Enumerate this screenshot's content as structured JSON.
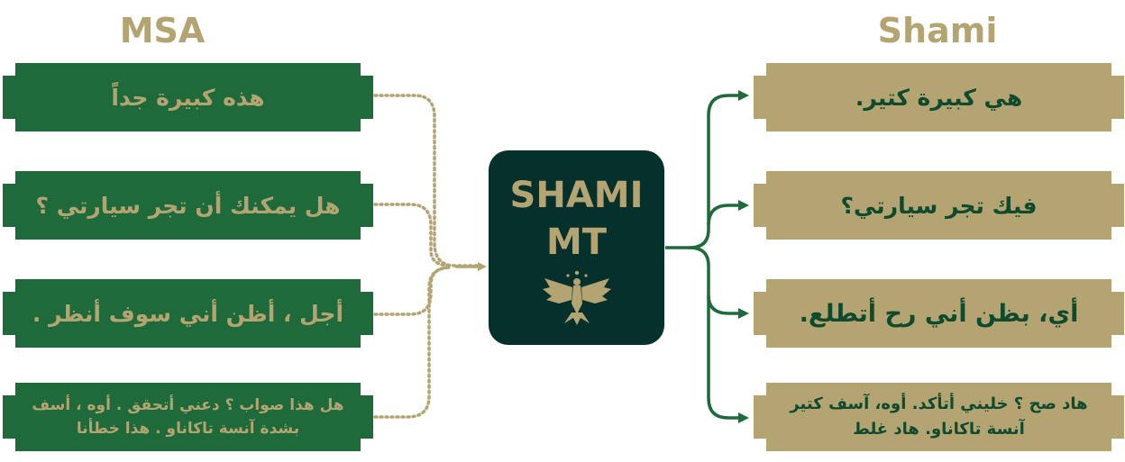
{
  "colors": {
    "gold": "#b3a472",
    "green": "#1e6a3b",
    "dark_green": "#06302b",
    "ribbon_text_on_green": "#b3a472",
    "ribbon_text_on_gold": "#0f4a2f"
  },
  "headers": {
    "left": "MSA",
    "right": "Shami"
  },
  "center": {
    "line1": "SHAMI",
    "line2": "MT",
    "emblem": "eagle-emblem-icon"
  },
  "msa": [
    "هذه كبيرة جداً",
    "هل يمكنك أن تجر سيارتي ؟",
    "أجل ، أظن أني سوف أنظر .",
    "هل هذا صواب ؟ دعني أتحقق . أوه ، أسف بشدة آنسة تاكاناو . هذا خطأنا"
  ],
  "shami": [
    "هي كبيرة كتير.",
    "فيك تجر سيارتي؟",
    "أي، بظن أني رح أتطلع.",
    "هاد صح ؟ خليني أتأكد. أوه، آسف كتير آنسة تاكاناو. هاد غلط"
  ]
}
